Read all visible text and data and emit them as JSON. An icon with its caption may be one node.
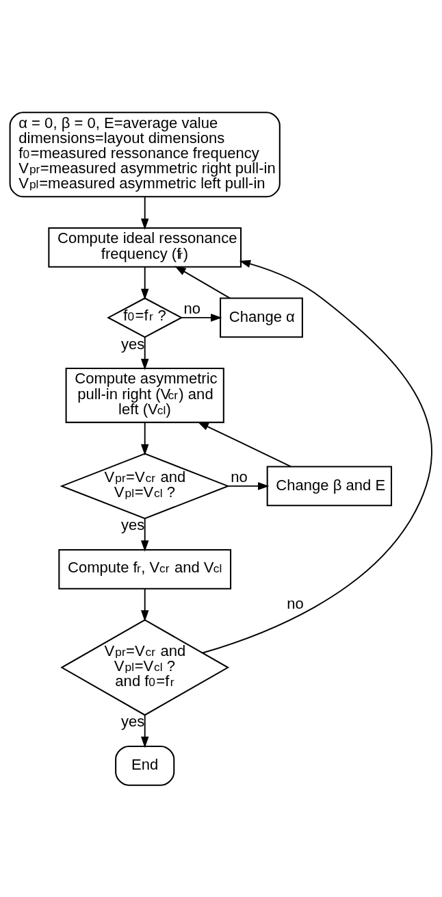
{
  "diagram": {
    "nodes": [
      {
        "text": [
          "α = 0, β = 0, E=average value",
          "dimensions=layout dimensions",
          "f$_{0}$=measured ressonance frequency",
          "V$_{pr}$=measured asymmetric right pull-in",
          "V$_{pl}$=measured asymmetric left pull-in"
        ]
      },
      {
        "text": [
          "Compute ideal ressonance frequency (f$_{r}$)"
        ]
      },
      {
        "text": [
          "f$_{0}$=f$_{r}$ ?"
        ]
      },
      {
        "text": [
          "Change α"
        ]
      },
      {
        "text": [
          "Compute asymmetric pull-in right (V$_{cr}$) and left (V$_{cl}$)"
        ]
      },
      {
        "text": [
          "V$_{pr}$=V$_{cr}$ and V$_{pl}$=V$_{cl}$ ?"
        ]
      },
      {
        "text": [
          "Change β and E"
        ]
      },
      {
        "text": [
          "Compute f$_{r}$, V$_{cr}$ and V$_{cl}$"
        ]
      },
      {
        "text": [
          "V$_{pr}$=V$_{cr}$ and V$_{pl}$=V$_{cl}$ ? and f$_{0}$=f$_{r}$"
        ]
      },
      {
        "text": [
          "End"
        ]
      }
    ],
    "edges": [
      {
        "from": 0,
        "to": 1,
        "arrow": "to"
      },
      {
        "from": 1,
        "to": 2,
        "arrow": "to"
      },
      {
        "from": 2,
        "to": 3,
        "arrow": "to",
        "label": "no"
      },
      {
        "from": 3,
        "to": 1,
        "arrow": "to"
      },
      {
        "from": 2,
        "to": 4,
        "arrow": "to",
        "label": "yes"
      },
      {
        "from": 4,
        "to": 5,
        "arrow": "to"
      },
      {
        "from": 5,
        "to": 6,
        "arrow": "to",
        "label": "no"
      },
      {
        "from": 6,
        "to": 4,
        "arrow": "to"
      },
      {
        "from": 5,
        "to": 7,
        "arrow": "to",
        "label": "yes"
      },
      {
        "from": 7,
        "to": 8,
        "arrow": "to"
      },
      {
        "from": 8,
        "to": 1,
        "arrow": "to",
        "label": "no"
      },
      {
        "from": 8,
        "to": 9,
        "arrow": "to",
        "label": "yes"
      }
    ]
  }
}
